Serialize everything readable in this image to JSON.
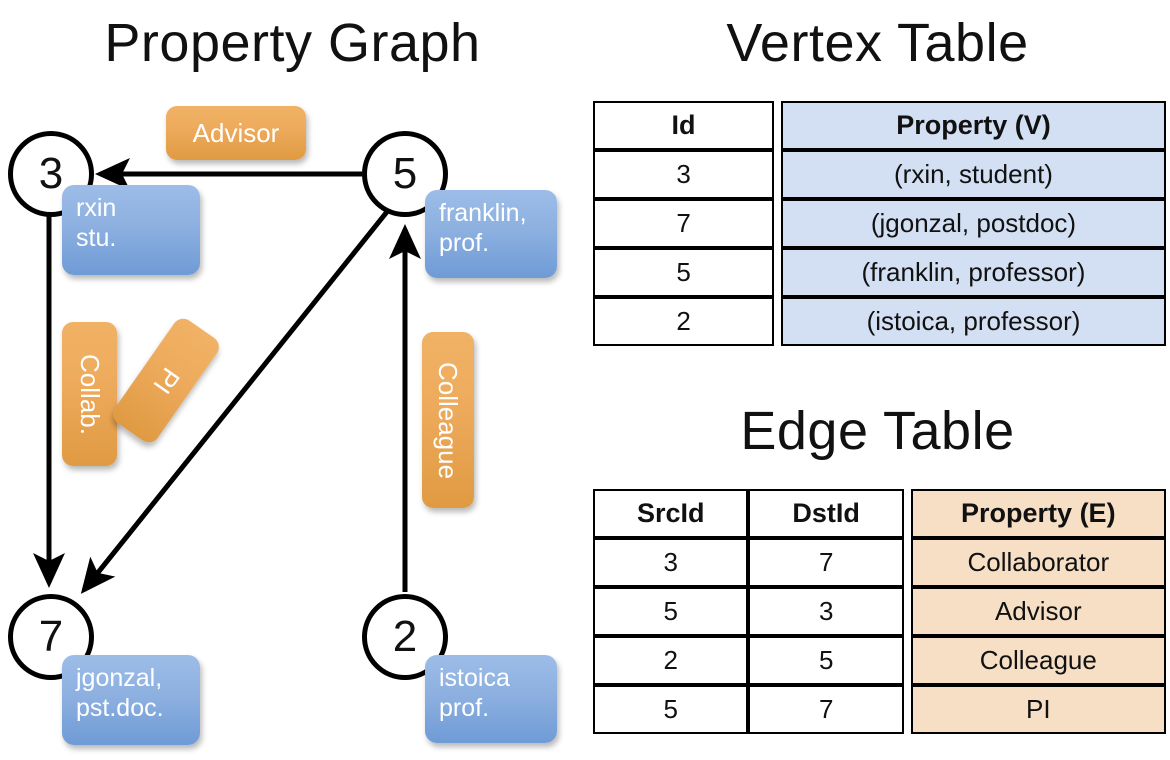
{
  "titles": {
    "graph": "Property Graph",
    "vertex_table": "Vertex Table",
    "edge_table": "Edge Table"
  },
  "graph": {
    "vertices": [
      {
        "id": "3",
        "property_line1": "rxin",
        "property_line2": "stu."
      },
      {
        "id": "5",
        "property_line1": "franklin,",
        "property_line2": "prof."
      },
      {
        "id": "7",
        "property_line1": "jgonzal,",
        "property_line2": "pst.doc."
      },
      {
        "id": "2",
        "property_line1": "istoica",
        "property_line2": "prof."
      }
    ],
    "edge_labels": {
      "advisor": "Advisor",
      "collab": "Collab.",
      "pi": "PI",
      "colleague": "Colleague"
    },
    "edges": [
      {
        "from": "5",
        "to": "3",
        "label": "Advisor"
      },
      {
        "from": "3",
        "to": "7",
        "label": "Collab."
      },
      {
        "from": "5",
        "to": "7",
        "label": "PI"
      },
      {
        "from": "2",
        "to": "5",
        "label": "Colleague"
      }
    ]
  },
  "vertex_table": {
    "headers": [
      "Id",
      "Property (V)"
    ],
    "rows": [
      {
        "id": "3",
        "property": "(rxin, student)"
      },
      {
        "id": "7",
        "property": "(jgonzal, postdoc)"
      },
      {
        "id": "5",
        "property": "(franklin, professor)"
      },
      {
        "id": "2",
        "property": "(istoica, professor)"
      }
    ]
  },
  "edge_table": {
    "headers": [
      "SrcId",
      "DstId",
      "Property (E)"
    ],
    "rows": [
      {
        "src": "3",
        "dst": "7",
        "property": "Collaborator"
      },
      {
        "src": "5",
        "dst": "3",
        "property": "Advisor"
      },
      {
        "src": "2",
        "dst": "5",
        "property": "Colleague"
      },
      {
        "src": "5",
        "dst": "7",
        "property": "PI"
      }
    ]
  },
  "colors": {
    "vertex_property_fill": "#d3dff2",
    "edge_property_fill": "#f6dfc5",
    "node_callout_blue": "#8db0e0",
    "edge_label_orange": "#eeab5d",
    "stroke": "#000000",
    "background": "#ffffff"
  }
}
